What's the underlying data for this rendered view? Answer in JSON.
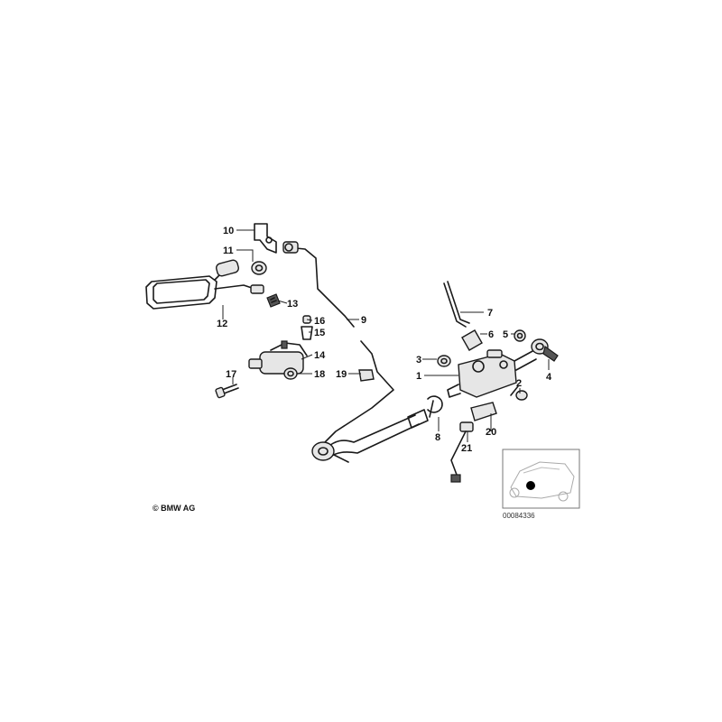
{
  "labels": {
    "p1": "1",
    "p2": "2",
    "p3": "3",
    "p4": "4",
    "p5": "5",
    "p6": "6",
    "p7": "7",
    "p8": "8",
    "p9": "9",
    "p10": "10",
    "p11": "11",
    "p12": "12",
    "p13": "13",
    "p14": "14",
    "p15": "15",
    "p16": "16",
    "p17": "17",
    "p18": "18",
    "p19": "19",
    "p20": "20",
    "p21": "21"
  },
  "copyright": "© BMW AG",
  "reference_number": "00084336"
}
